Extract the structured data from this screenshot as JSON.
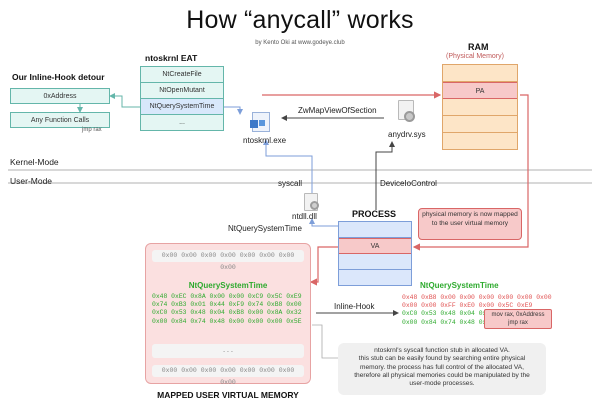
{
  "header": {
    "title": "How “anycall” works",
    "byline": "by Kento Oki at www.godeye.club"
  },
  "hook_detour": {
    "label": "Our Inline-Hook detour",
    "items": [
      "0xAddress",
      "Any Function Calls"
    ],
    "jmp_label": "jmp rax"
  },
  "eat": {
    "label": "ntoskrnl EAT",
    "items": [
      "NtCreateFile",
      "NtOpenMutant",
      "NtQuerySystemTime",
      "..."
    ]
  },
  "kernel": {
    "ntoskrnl_label": "ntoskrnl.exe",
    "anydrv_label": "anydrv.sys",
    "zwmap_label": "ZwMapViewOfSection"
  },
  "ram": {
    "label": "RAM",
    "sublabel": "(Physical Memory)",
    "pa_label": "PA"
  },
  "modes": {
    "kernel": "Kernel-Mode",
    "user": "User-Mode"
  },
  "user": {
    "syscall_label": "syscall",
    "deviceio_label": "DeviceIoControl",
    "ntdll_label": "ntdll.dll",
    "ntquery_label": "NtQuerySystemTime",
    "process_label": "PROCESS",
    "va_label": "VA",
    "mapped_note": "physical memory is now mapped to the user virtual memory"
  },
  "mapped_memory": {
    "label": "MAPPED USER VIRTUAL MEMORY",
    "top_row": "0x00 0x00 0x00 0x00 0x00 0x00 0x00 0x00",
    "func_title": "NtQuerySystemTime",
    "hex_lines": [
      "0x48 0xEC 0x8A 0x00 0x00 0xC9 0x5C 0xE9",
      "0x74 0xB3 0x01 0x44 0xF9 0x74 0xB8 0x00",
      "0xC0 0x53 0x48 0x04 0xB8 0x00 0x8A 0x32",
      "0x00 0x84 0x74 0x48 0x00 0x00 0x00 0x5E"
    ],
    "dots_row": "...",
    "bottom_row": "0x00 0x00 0x00 0x00 0x00 0x00 0x00 0x00"
  },
  "hooked": {
    "title": "NtQuerySystemTime",
    "inline_hook_label": "Inline-Hook",
    "hex_lines": [
      "0x48 0xB8 0x00 0x00 0x00 0x00 0x00 0x00",
      "0x00 0x00 0xFF 0xE0 0x00 0x5C 0xE9",
      "0xC0 0x53 0x48 0x04 0xB8 0x00 0x8A 0x32",
      "0x00 0x84 0x74 0x48 0x00 0x00 0x00 0x5E"
    ],
    "popup_line1": "mov rax, 0xAddress",
    "popup_line2": "jmp rax"
  },
  "explanation": {
    "lines": [
      "ntoskrnl's syscall function stub in allocated VA.",
      "this stub can be easily found by searching entire physical",
      "memory. the process has full control of the allocated VA,",
      "therefore all physical memories could be manipulated by the",
      "user-mode processes."
    ]
  },
  "colors": {
    "teal": "#64b6aa",
    "orange": "#e0a66a",
    "red": "#d96666",
    "blue": "#7d9ed9",
    "green": "#2eaa2e"
  }
}
